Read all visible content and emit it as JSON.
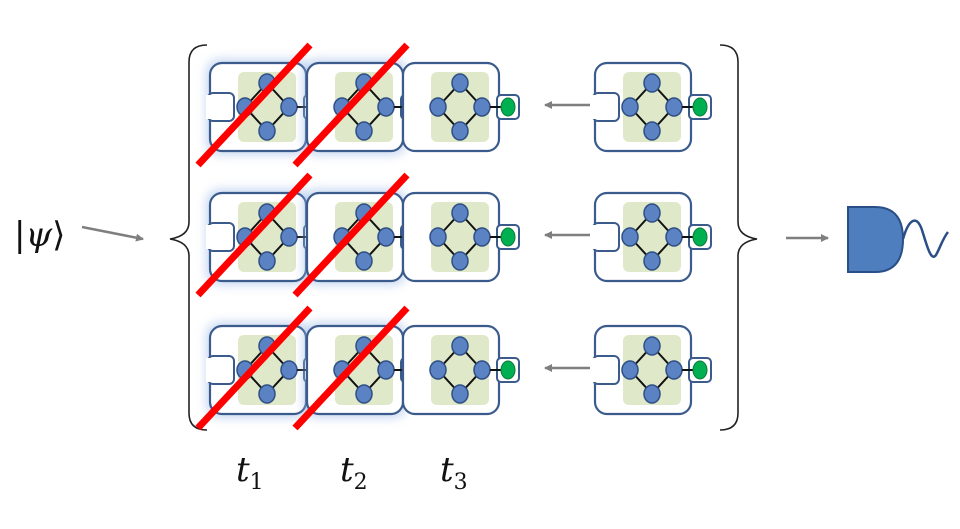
{
  "input_state": {
    "ket_open": "|",
    "symbol": "ψ",
    "ket_close": "⟩"
  },
  "time_labels": [
    {
      "base": "t",
      "sub": "1"
    },
    {
      "base": "t",
      "sub": "2"
    },
    {
      "base": "t",
      "sub": "3"
    }
  ],
  "rows": 3,
  "crossed_columns": 2,
  "colors": {
    "module_stroke": "#3b5b8c",
    "inner_fill": "#dfe8c8",
    "node_fill": "#5b83c4",
    "node_stroke": "#2f4f85",
    "port_fill": "#00b050",
    "cross": "#ff0000",
    "arrow": "#7f7f7f",
    "detector_fill": "#4f7ebf",
    "detector_stroke": "#2a4f87",
    "glow": "#9ab8e6"
  },
  "icons": [
    "left-bracket",
    "right-bracket",
    "input-arrow",
    "output-arrow",
    "photodetector-icon",
    "wave-icon"
  ]
}
